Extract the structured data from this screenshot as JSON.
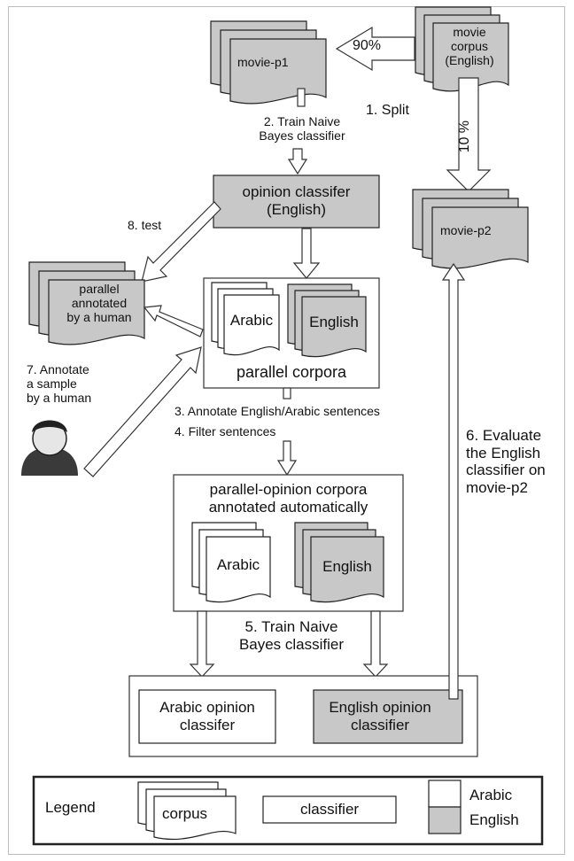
{
  "documents": {
    "movie_corpus": [
      "movie",
      "corpus",
      "(English)"
    ],
    "movie_p1": "movie-p1",
    "movie_p2": "movie-p2",
    "parallel_annotated": [
      "parallel",
      "annotated",
      "by a human"
    ]
  },
  "arrows": {
    "ninety_percent": "90%",
    "ten_percent": "10 %"
  },
  "steps": {
    "split": "1. Split",
    "train_nb_1": [
      "2. Train Naive",
      "Bayes classifier"
    ],
    "annotate_sentences": "3. Annotate English/Arabic sentences",
    "filter_sentences": "4. Filter sentences",
    "train_nb_2": [
      "5. Train Naive",
      "Bayes classifier"
    ],
    "evaluate": [
      "6. Evaluate",
      "the English",
      "classifier on",
      "movie-p2"
    ],
    "annotate_human": [
      "7. Annotate",
      "a sample",
      "by a human"
    ],
    "test": "8. test"
  },
  "opinion_classifier": [
    "opinion classifer",
    "(English)"
  ],
  "parallel_corpora": {
    "arabic": "Arabic",
    "english": "English",
    "title": "parallel corpora"
  },
  "parallel_opinion_corpora": {
    "title": [
      "parallel-opinion corpora",
      "annotated automatically"
    ],
    "arabic": "Arabic",
    "english": "English"
  },
  "final_classifiers": {
    "arabic": [
      "Arabic opinion",
      "classifer"
    ],
    "english": [
      "English opinion",
      "classifier"
    ]
  },
  "legend": {
    "title": "Legend",
    "corpus": "corpus",
    "classifier": "classifier",
    "arabic": "Arabic",
    "english": "English"
  },
  "colors": {
    "english_fill": "#c8c8c8",
    "arabic_fill": "#ffffff",
    "outline": "#222222"
  }
}
